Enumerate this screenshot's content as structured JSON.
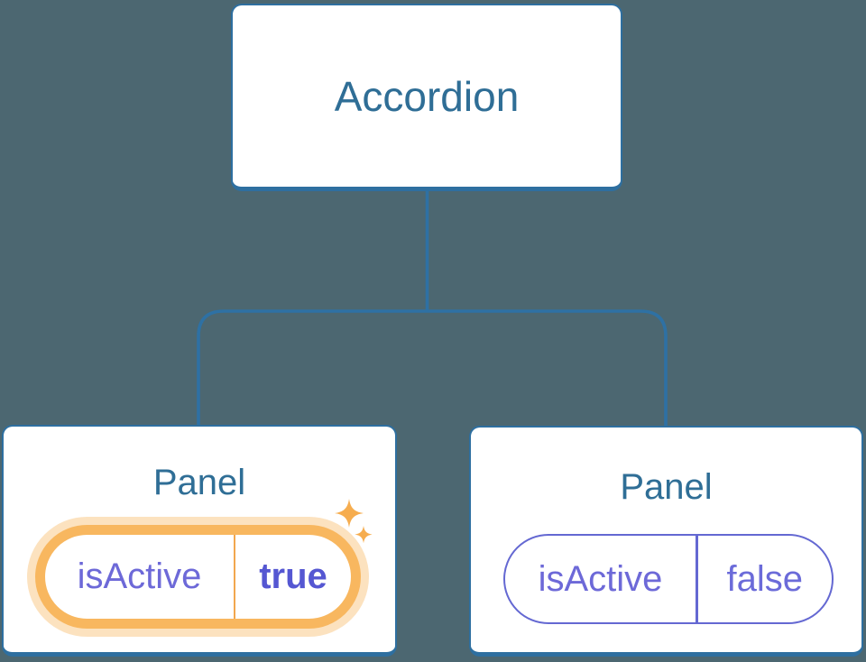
{
  "diagram": {
    "type": "component-state-tree",
    "root": {
      "label": "Accordion"
    },
    "panels": [
      {
        "title": "Panel",
        "state_key": "isActive",
        "state_value": "true",
        "highlighted": true
      },
      {
        "title": "Panel",
        "state_key": "isActive",
        "state_value": "false",
        "highlighted": false
      }
    ],
    "icons": [
      {
        "name": "sparkles-icon",
        "meaning": "highlighted changed state"
      }
    ]
  },
  "colors": {
    "background": "#4C6771",
    "node_background": "#FFFFFF",
    "node_border": "#2E6FA0",
    "heading_text": "#2F6E96",
    "connector_line": "#2E71A4",
    "state_key_text": "#6D69D8",
    "state_value_inactive_text": "#6B6BD9",
    "state_value_active_text": "#5557D2",
    "highlight_ring": "#F8B75F",
    "highlight_glow": "rgba(248,183,95,0.40)",
    "highlight_divider": "#F2A74E",
    "inactive_pill_border": "#6468D2",
    "sparkle": "#F6AD4F"
  }
}
